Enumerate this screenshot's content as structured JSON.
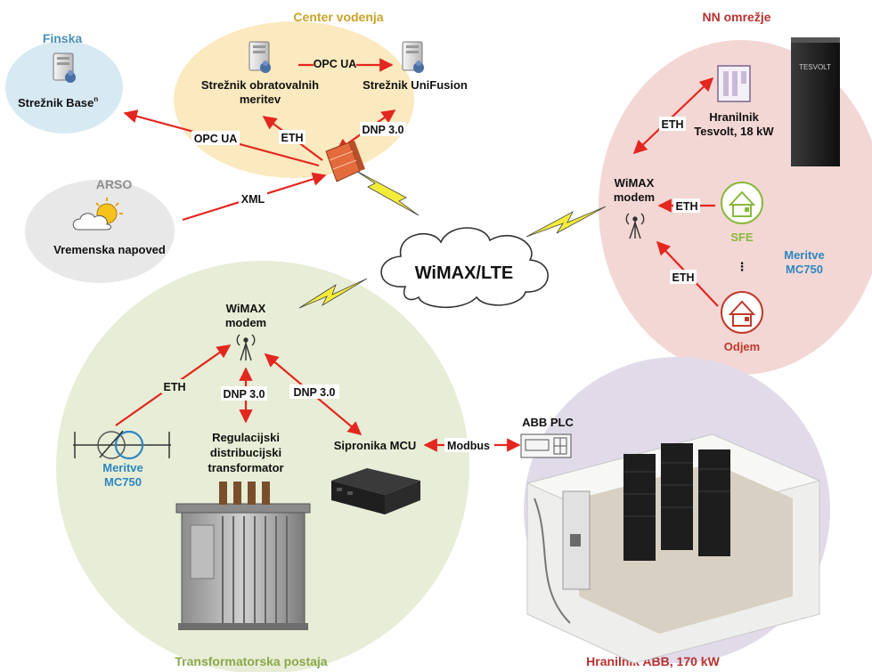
{
  "zones": {
    "center": {
      "title": "Center vodenja",
      "color": "#c9a227"
    },
    "finska": {
      "title": "Finska",
      "color": "#4a90b8"
    },
    "arso": {
      "title": "ARSO",
      "color": "#8e8e8e"
    },
    "nn": {
      "title": "NN omrežje",
      "color": "#b8312f"
    },
    "transformatorska": {
      "title": "Transformatorska postaja",
      "color": "#8aa84a"
    },
    "hranilnik_abb": {
      "title": "Hranilnik ABB, 170 kW",
      "color": "#b8312f"
    }
  },
  "nodes": {
    "streznik_base": {
      "label": "Strežnik Base",
      "sup": "n"
    },
    "streznik_obr_line1": "Strežnik obratovalnih",
    "streznik_obr_line2": "meritev",
    "streznik_unifusion": "Strežnik UniFusion",
    "vremenska": "Vremenska napoved",
    "cloud": "WiMAX/LTE",
    "wimax_nn_line1": "WiMAX",
    "wimax_nn_line2": "modem",
    "hranilnik_tesvolt_line1": "Hranilnik",
    "hranilnik_tesvolt_line2": "Tesvolt, 18 kW",
    "tesvolt_brand": "TESVOLT",
    "sfe": "SFE",
    "dots": "⋮",
    "meritve_nn_line1": "Meritve",
    "meritve_nn_line2": "MC750",
    "odjem": "Odjem",
    "wimax_tp_line1": "WiMAX",
    "wimax_tp_line2": "modem",
    "reg_line1": "Regulacijski",
    "reg_line2": "distribucijski",
    "reg_line3": "transformator",
    "meritve_tp_line1": "Meritve",
    "meritve_tp_line2": "MC750",
    "sipronika": "Sipronika MCU",
    "abb_plc": "ABB PLC"
  },
  "edges": {
    "opcua_top": "OPC UA",
    "opcua_left": "OPC UA",
    "eth_center": "ETH",
    "dnp_center": "DNP 3.0",
    "xml": "XML",
    "eth_tesvolt": "ETH",
    "eth_sfe": "ETH",
    "eth_odjem": "ETH",
    "eth_tp": "ETH",
    "dnp_tp_1": "DNP 3.0",
    "dnp_tp_2": "DNP 3.0",
    "modbus": "Modbus"
  },
  "colors": {
    "arrow": "#e3261f",
    "zone_center_fill": "#fbe9bf",
    "zone_finska_fill": "#d7e9f2",
    "zone_arso_fill": "#e8e8e8",
    "zone_nn_fill": "#f3d7d5",
    "zone_tp_fill": "#e7edd6",
    "zone_abb_fill": "#e1dbe9",
    "lightning": "#f4ec3a"
  }
}
